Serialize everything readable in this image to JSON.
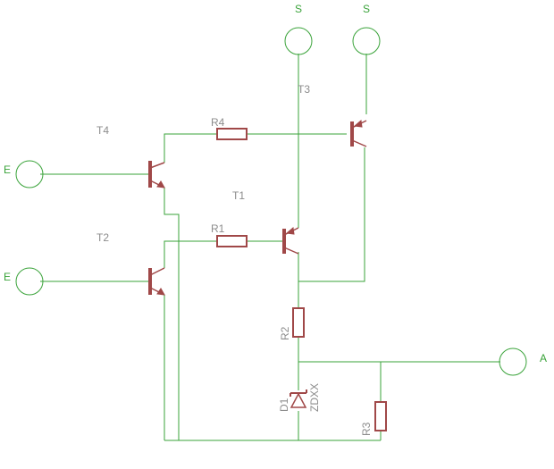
{
  "terminals": {
    "s_left": "S",
    "s_right": "S",
    "e_top": "E",
    "e_bottom": "E",
    "a": "A"
  },
  "components": {
    "t1": "T1",
    "t2": "T2",
    "t3": "T3",
    "t4": "T4",
    "r1": "R1",
    "r2": "R2",
    "r3": "R3",
    "r4": "R4",
    "d1": "D1",
    "d1_value": "ZDXX"
  },
  "colors": {
    "wire": "#3aa33a",
    "component": "#a04848",
    "label": "#8c8c8c"
  }
}
